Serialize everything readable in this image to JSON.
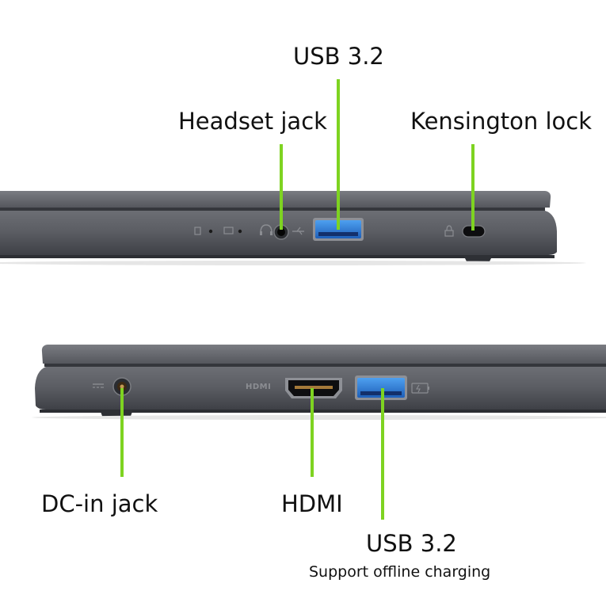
{
  "top_view": {
    "labels": {
      "usb": "USB 3.2",
      "headset": "Headset jack",
      "kensington": "Kensington lock"
    }
  },
  "bottom_view": {
    "labels": {
      "dc_in": "DC-in jack",
      "hdmi": "HDMI",
      "usb": "USB 3.2",
      "usb_sub": "Support offline charging"
    },
    "port_mark_hdmi": "HDMI"
  },
  "colors": {
    "leader": "#7ed321",
    "chassis": "#5b5d63",
    "usb_blue": "#2f7fd8"
  },
  "icons": [
    "led-indicator-icon",
    "battery-indicator-icon",
    "headset-icon",
    "usb-icon",
    "lock-icon",
    "dc-icon",
    "usb-charging-icon"
  ]
}
